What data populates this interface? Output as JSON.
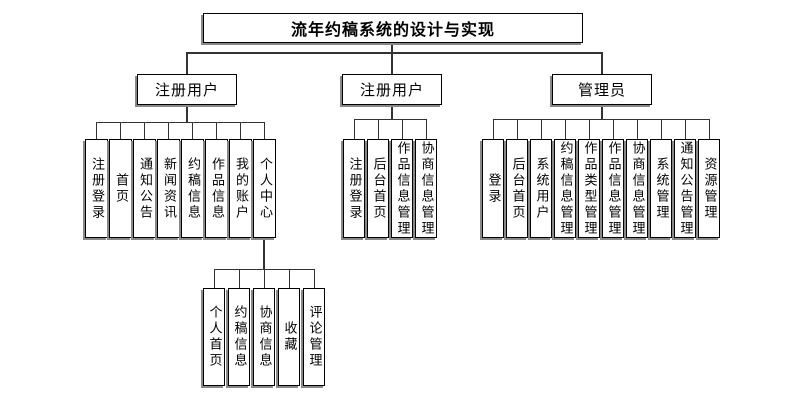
{
  "diagram": {
    "title": "流年约稿系统的设计与实现",
    "groups": [
      {
        "label": "注册用户",
        "children": [
          "注册登录",
          "首页",
          "通知公告",
          "新闻资讯",
          "约稿信息",
          "作品信息",
          "我的账户",
          "个人中心"
        ]
      },
      {
        "label": "注册用户",
        "children": [
          "注册登录",
          "后台首页",
          "作品信息管理",
          "协商信息管理"
        ]
      },
      {
        "label": "管理员",
        "children": [
          "登录",
          "后台首页",
          "系统用户",
          "约稿信息管理",
          "作品类型管理",
          "作品信息管理",
          "协商信息管理",
          "系统管理",
          "通知公告管理",
          "资源管理"
        ]
      }
    ],
    "sub_group": {
      "parent": "个人中心",
      "children": [
        "个人首页",
        "约稿信息",
        "协商信息",
        "收藏",
        "评论管理"
      ]
    },
    "colors": {
      "background": "#ffffff",
      "box_fill": "#ffffff",
      "box_border": "#000000",
      "box_shadow": "#888888",
      "line": "#333333",
      "text": "#000000"
    }
  }
}
